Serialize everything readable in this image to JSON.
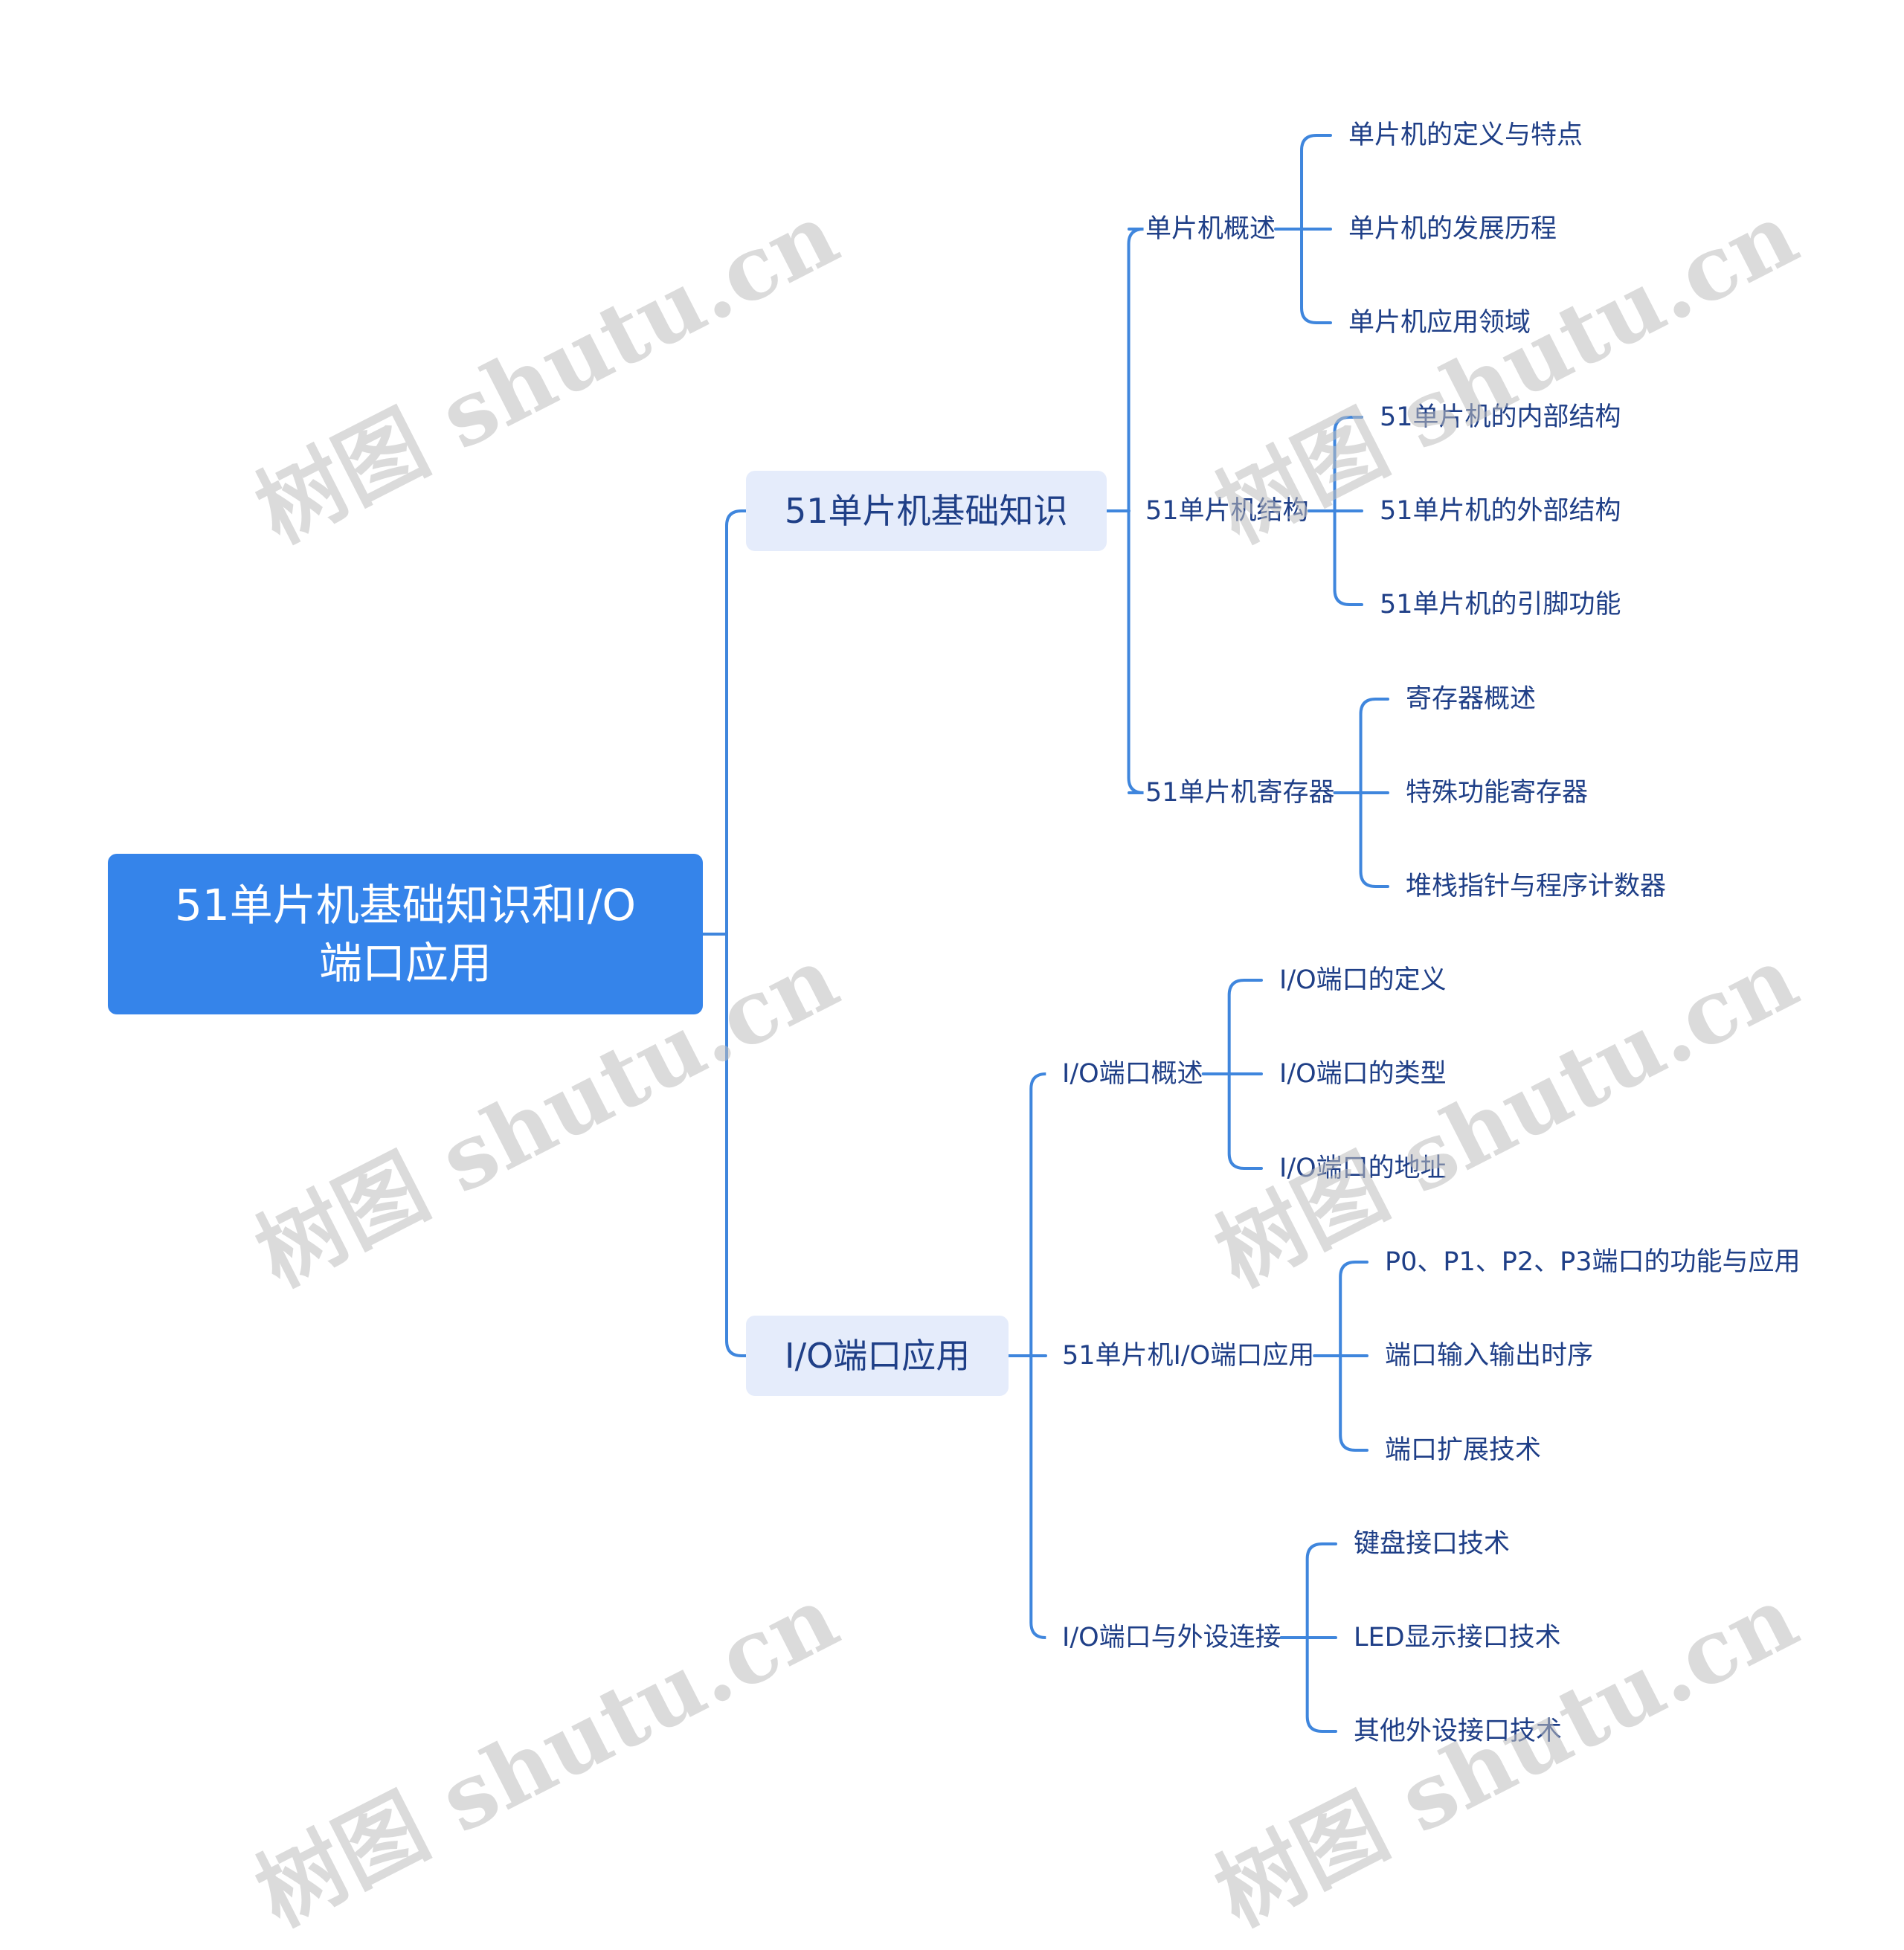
{
  "watermark": "树图 shutu.cn",
  "colors": {
    "line": "#3f86dd",
    "root_bg": "#3584ea",
    "root_text": "#ffffff",
    "branch_bg": "#e5ecfb",
    "text": "#1f3f87"
  },
  "root": {
    "line1": "51单片机基础知识和I/O",
    "line2": "端口应用"
  },
  "branches": [
    {
      "label": "51单片机基础知识",
      "children": [
        {
          "label": "单片机概述",
          "children": [
            "单片机的定义与特点",
            "单片机的发展历程",
            "单片机应用领域"
          ]
        },
        {
          "label": "51单片机结构",
          "children": [
            "51单片机的内部结构",
            "51单片机的外部结构",
            "51单片机的引脚功能"
          ]
        },
        {
          "label": "51单片机寄存器",
          "children": [
            "寄存器概述",
            "特殊功能寄存器",
            "堆栈指针与程序计数器"
          ]
        }
      ]
    },
    {
      "label": "I/O端口应用",
      "children": [
        {
          "label": "I/O端口概述",
          "children": [
            "I/O端口的定义",
            "I/O端口的类型",
            "I/O端口的地址"
          ]
        },
        {
          "label": "51单片机I/O端口应用",
          "children": [
            "P0、P1、P2、P3端口的功能与应用",
            "端口输入输出时序",
            "端口扩展技术"
          ]
        },
        {
          "label": "I/O端口与外设连接",
          "children": [
            "键盘接口技术",
            "LED显示接口技术",
            "其他外设接口技术"
          ]
        }
      ]
    }
  ]
}
